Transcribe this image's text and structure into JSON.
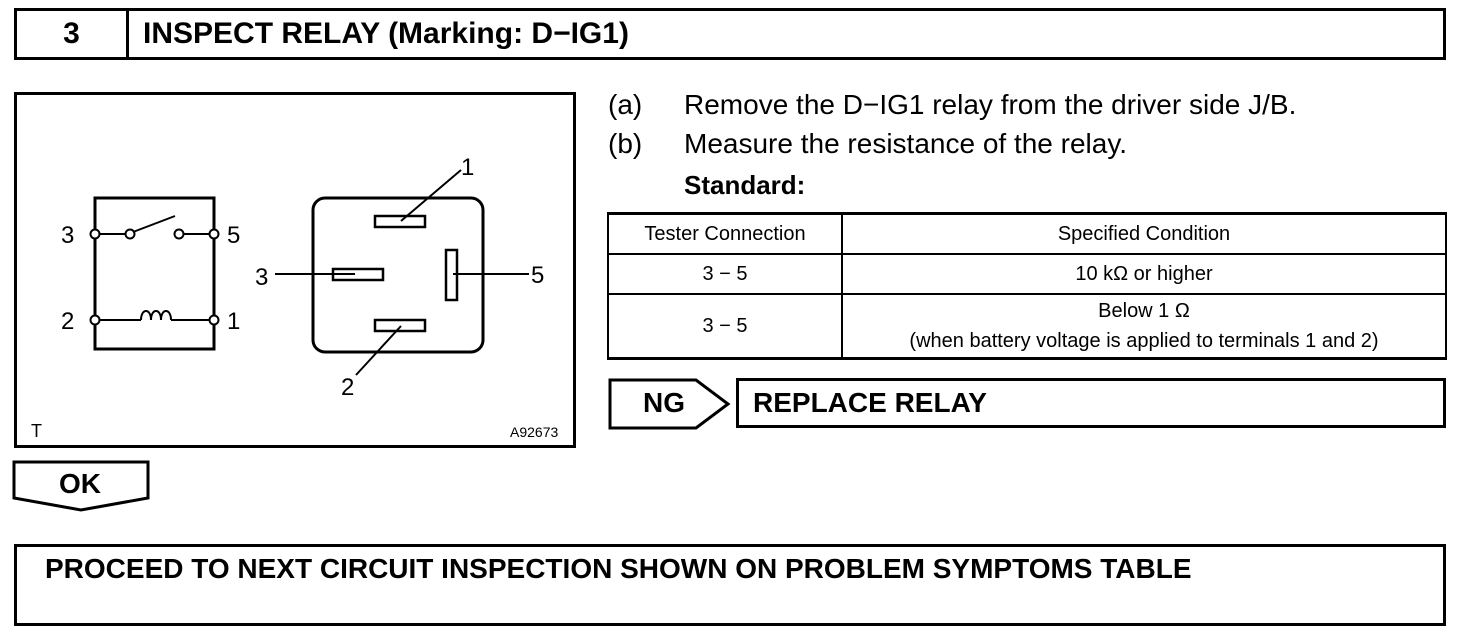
{
  "header": {
    "step_number": "3",
    "title": "INSPECT RELAY (Marking: D−IG1)"
  },
  "figure": {
    "schematic": {
      "pin_top_left": "3",
      "pin_top_right": "5",
      "pin_bottom_left": "2",
      "pin_bottom_right": "1"
    },
    "connector": {
      "pin_top": "1",
      "pin_left": "3",
      "pin_right": "5",
      "pin_bottom": "2"
    },
    "corner_mark": "T",
    "figure_code": "A92673"
  },
  "steps": [
    {
      "letter": "(a)",
      "text": "Remove the D−IG1 relay from the driver side J/B."
    },
    {
      "letter": "(b)",
      "text": "Measure the resistance of the relay."
    }
  ],
  "standard_label": "Standard:",
  "table": {
    "headers": [
      "Tester Connection",
      "Specified Condition"
    ],
    "rows": [
      {
        "connection": "3 − 5",
        "condition": "10 kΩ or higher",
        "note": ""
      },
      {
        "connection": "3 − 5",
        "condition": "Below 1 Ω",
        "note": "(when battery voltage is applied to terminals 1 and 2)"
      }
    ]
  },
  "ng": {
    "label": "NG",
    "action": "REPLACE RELAY"
  },
  "ok": {
    "label": "OK"
  },
  "proceed": "PROCEED TO NEXT CIRCUIT INSPECTION SHOWN ON PROBLEM SYMPTOMS TABLE"
}
